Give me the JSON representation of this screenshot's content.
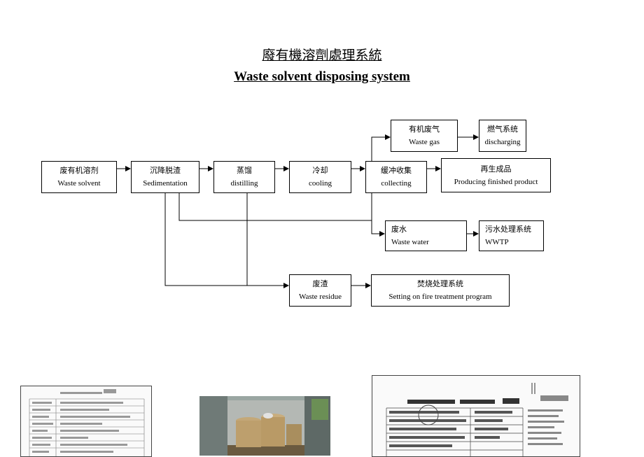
{
  "title_zh": "廢有機溶劑處理系統",
  "title_en": "Waste solvent disposing system",
  "nodes": {
    "waste_solvent": {
      "zh": "废有机溶剂",
      "en": "Waste solvent"
    },
    "sedimentation": {
      "zh": "沉降脱渣",
      "en": "Sedimentation"
    },
    "distilling": {
      "zh": "蒸馏",
      "en": "distilling"
    },
    "cooling": {
      "zh": "冷却",
      "en": "cooling"
    },
    "collecting": {
      "zh": "缓冲收集",
      "en": "collecting"
    },
    "product": {
      "zh": "再生成品",
      "en": "Producing finished product"
    },
    "waste_gas": {
      "zh": "有机废气",
      "en": "Waste gas"
    },
    "discharging": {
      "zh": "燃气系统",
      "en": "discharging"
    },
    "waste_water": {
      "zh": "废水",
      "en": "Waste water"
    },
    "wwtp": {
      "zh": "污水处理系统",
      "en": "WWTP"
    },
    "waste_residue": {
      "zh": "废渣",
      "en": "Waste residue"
    },
    "fire": {
      "zh": "焚烧处理系统",
      "en": "Setting on fire treatment program"
    }
  },
  "edges": [
    [
      "waste_solvent",
      "sedimentation"
    ],
    [
      "sedimentation",
      "distilling"
    ],
    [
      "distilling",
      "cooling"
    ],
    [
      "cooling",
      "collecting"
    ],
    [
      "collecting",
      "product"
    ],
    [
      "collecting",
      "waste_gas"
    ],
    [
      "waste_gas",
      "discharging"
    ],
    [
      "collecting",
      "waste_water"
    ],
    [
      "sedimentation",
      "waste_water"
    ],
    [
      "waste_water",
      "wwtp"
    ],
    [
      "sedimentation",
      "waste_residue"
    ],
    [
      "distilling",
      "waste_residue"
    ],
    [
      "waste_residue",
      "fire"
    ]
  ],
  "photos": {
    "left": "scanned-form",
    "middle": "truck-with-drums",
    "right": "scanned-manifest"
  },
  "colors": {
    "line": "#000000",
    "box_border": "#000000"
  }
}
